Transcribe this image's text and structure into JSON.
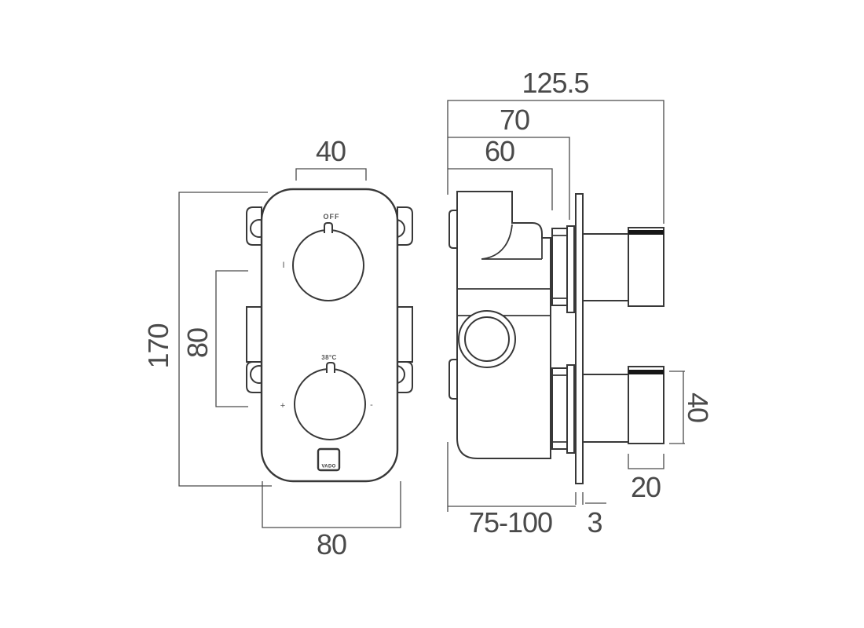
{
  "front_view": {
    "dim_top_width": "40",
    "dim_height": "170",
    "dim_mount_spacing": "80",
    "dim_bottom_width": "80",
    "label_off": "OFF",
    "label_on": "I",
    "label_temp": "38°C",
    "label_plus": "+",
    "label_minus": "-",
    "brand": "VADO"
  },
  "side_view": {
    "dim_total_width": "125.5",
    "dim_body_depth_outer": "70",
    "dim_body_depth_inner": "60",
    "dim_recess_depth": "75-100",
    "dim_plate_thickness": "3",
    "dim_handle_height": "40",
    "dim_handle_depth": "20"
  },
  "colors": {
    "line": "#383838",
    "dim_line": "#4a4a4a",
    "text": "#4a4a4a",
    "band": "#161616",
    "background": "#ffffff"
  }
}
